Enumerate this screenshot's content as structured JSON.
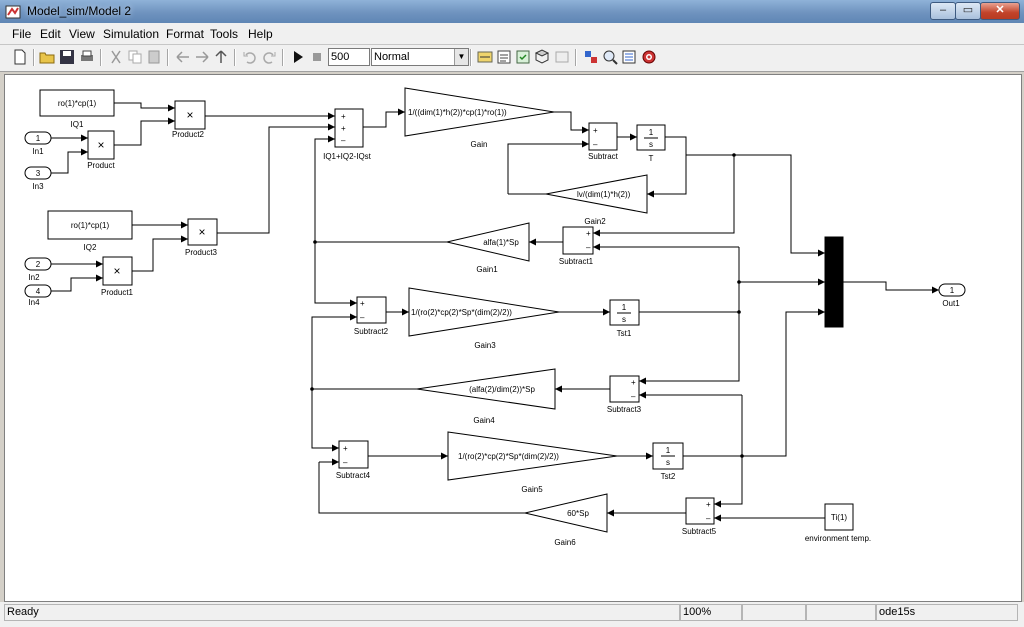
{
  "window": {
    "title": "Model_sim/Model 2",
    "minimize": "–",
    "restore": "▭",
    "close": "✕"
  },
  "menu": {
    "file": "File",
    "edit": "Edit",
    "view": "View",
    "simulation": "Simulation",
    "format": "Format",
    "tools": "Tools",
    "help": "Help"
  },
  "toolbar": {
    "stop_time": "500",
    "sim_mode": "Normal"
  },
  "blocks": {
    "iq1_const": "ro(1)*cp(1)",
    "iq1_label": "IQ1",
    "in1_num": "1",
    "in1_label": "In1",
    "in3_num": "3",
    "in3_label": "In3",
    "product_label": "Product",
    "product2_label": "Product2",
    "iq2_const": "ro(1)*cp(1)",
    "iq2_label": "IQ2",
    "in2_num": "2",
    "in2_label": "In2",
    "in4_num": "4",
    "in4_label": "In4",
    "product1_label": "Product1",
    "product3_label": "Product3",
    "sum_label": "IQ1+IQ2-IQst",
    "gain_expr": "1/((dim(1)*h(2))*cp(1)*ro(1))",
    "gain_label": "Gain",
    "subtract_label": "Subtract",
    "t_label": "T",
    "gain2_expr": "lv/(dim(1)*h(2))",
    "gain2_label": "Gain2",
    "gain1_expr": "alfa(1)*Sp",
    "gain1_label": "Gain1",
    "subtract1_label": "Subtract1",
    "subtract2_label": "Subtract2",
    "gain3_expr": "1/(ro(2)*cp(2)*Sp*(dim(2)/2))",
    "gain3_label": "Gain3",
    "tst1_label": "Tst1",
    "gain4_expr": "(alfa(2)/dim(2))*Sp",
    "gain4_label": "Gain4",
    "subtract3_label": "Subtract3",
    "subtract4_label": "Subtract4",
    "gain5_expr": "1/(ro(2)*cp(2)*Sp*(dim(2)/2))",
    "gain5_label": "Gain5",
    "tst2_label": "Tst2",
    "gain6_expr": "60*Sp",
    "gain6_label": "Gain6",
    "subtract5_label": "Subtract5",
    "ti_expr": "Ti(1)",
    "env_label": "environment temp.",
    "out1_num": "1",
    "out1_label": "Out1",
    "integrator_num": "1",
    "integrator_den": "s",
    "x": "×",
    "plus": "+",
    "minus": "–"
  },
  "status": {
    "ready": "Ready",
    "zoom": "100%",
    "solver": "ode15s"
  }
}
